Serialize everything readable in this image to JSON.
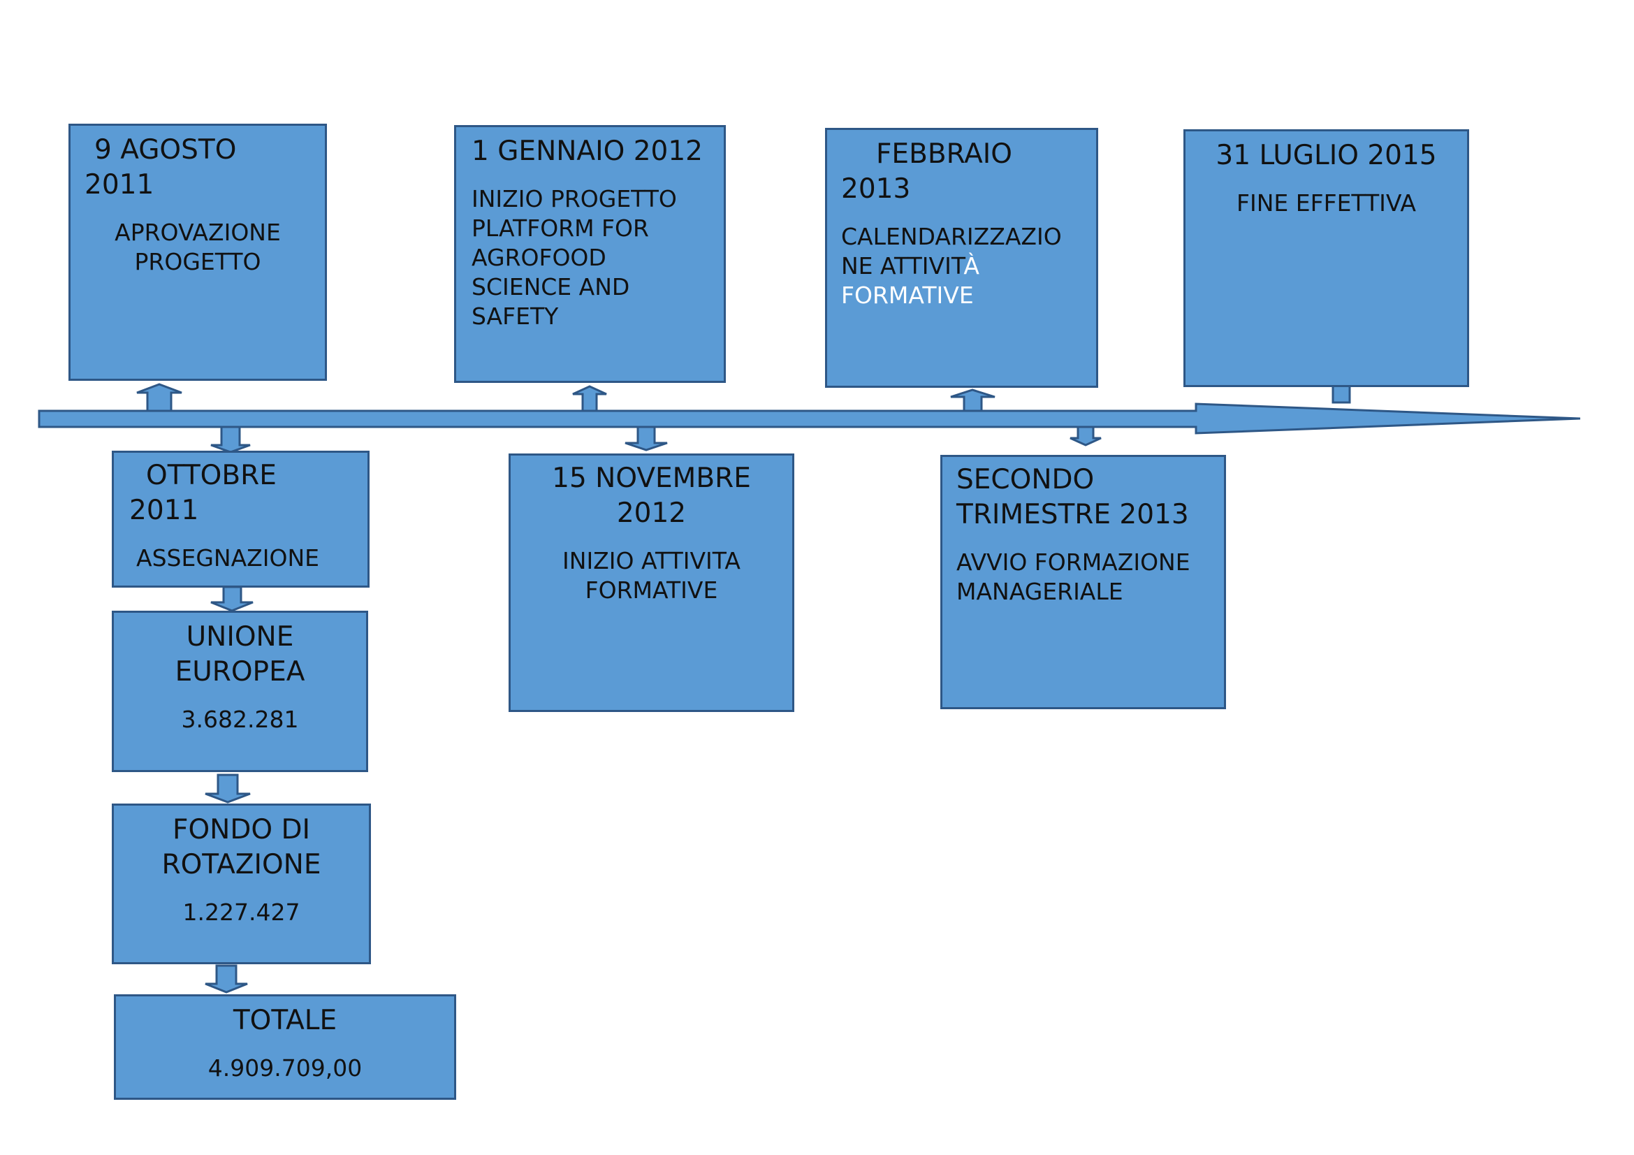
{
  "colors": {
    "box_fill": "#5b9bd5",
    "box_border": "#2e5786",
    "text": "#111111",
    "highlight_text": "#ffffff"
  },
  "above": [
    {
      "title": [
        "9 AGOSTO",
        "2011"
      ],
      "body": [
        "APROVAZIONE",
        "PROGETTO"
      ]
    },
    {
      "title": [
        "1 GENNAIO 2012"
      ],
      "body": [
        "INIZIO PROGETTO",
        "PLATFORM FOR",
        "AGROFOOD",
        "SCIENCE AND",
        "SAFETY"
      ]
    },
    {
      "title": [
        "FEBBRAIO",
        "2013"
      ],
      "body": [
        "CALENDARIZZAZIO",
        "NE ATTIVIT",
        "À",
        "FORMATIVE"
      ]
    },
    {
      "title": [
        "31 LUGLIO 2015"
      ],
      "body": [
        "FINE EFFETTIVA"
      ]
    }
  ],
  "below": [
    {
      "title": [
        "OTTOBRE",
        "2011"
      ],
      "body": [
        "ASSEGNAZIONE"
      ]
    },
    {
      "title": [
        "15 NOVEMBRE",
        "2012"
      ],
      "body": [
        "INIZIO ATTIVITA",
        "FORMATIVE"
      ]
    },
    {
      "title": [
        "SECONDO",
        "TRIMESTRE 2013"
      ],
      "body": [
        "AVVIO FORMAZIONE",
        "MANAGERIALE"
      ]
    }
  ],
  "funding": [
    {
      "title": [
        "UNIONE",
        "EUROPEA"
      ],
      "amount": "3.682.281"
    },
    {
      "title": [
        "FONDO DI",
        "ROTAZIONE"
      ],
      "amount": "1.227.427"
    },
    {
      "title": [
        "TOTALE"
      ],
      "amount": "4.909.709,00"
    }
  ]
}
